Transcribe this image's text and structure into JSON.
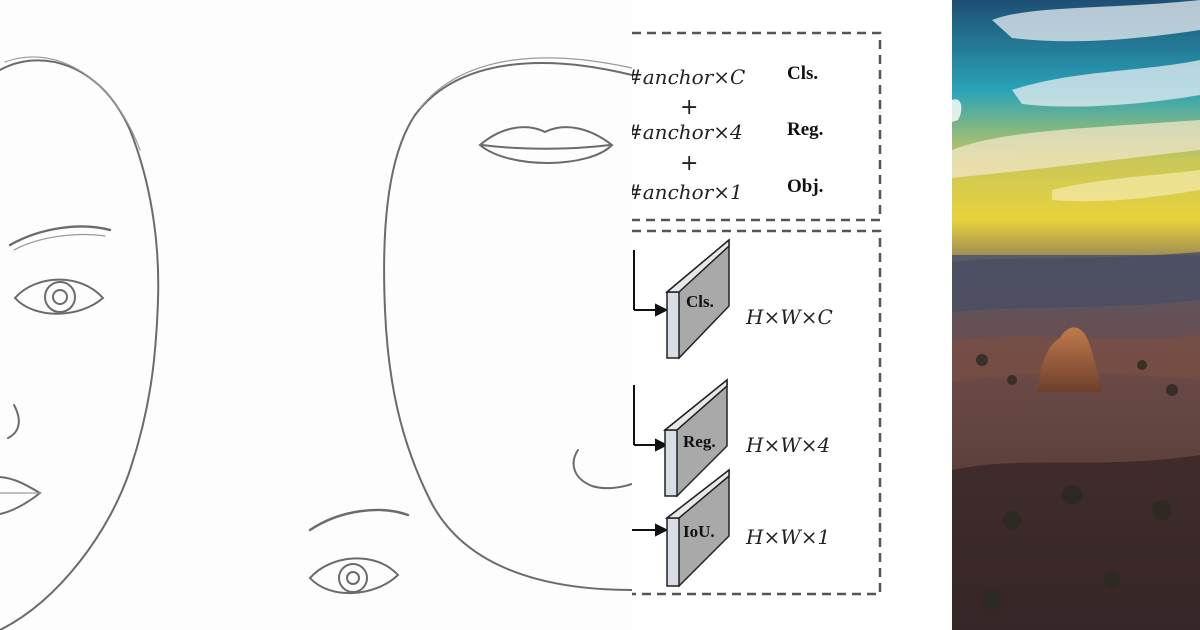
{
  "diagram": {
    "top_box": {
      "rows": [
        {
          "expr": "#anchor×C",
          "label": "Cls."
        },
        {
          "expr": "#anchor×4",
          "label": "Reg."
        },
        {
          "expr": "#anchor×1",
          "label": "Obj."
        }
      ],
      "plus": "+"
    },
    "bottom_box": {
      "blocks": [
        {
          "label": "Cls.",
          "shape": "H×W×C"
        },
        {
          "label": "Reg.",
          "shape": "H×W×4"
        },
        {
          "label": "IoU.",
          "shape": "H×W×1"
        }
      ]
    }
  },
  "icons": {
    "left": "face-sketch-icon",
    "middle": "face-parts-sketch-icon",
    "right": "desert-landscape-photo"
  }
}
